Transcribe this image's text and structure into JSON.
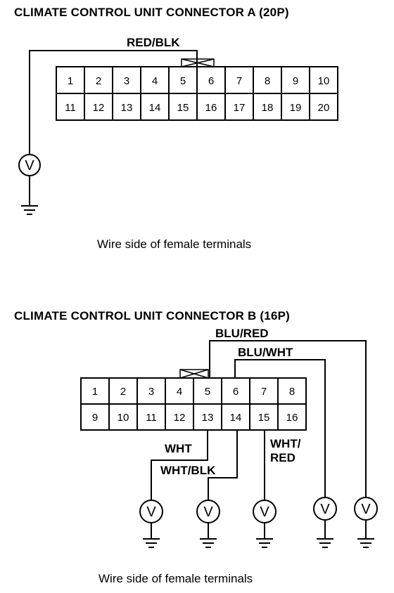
{
  "connector_a": {
    "title": "CLIMATE CONTROL UNIT CONNECTOR A (20P)",
    "wire_label": "RED/BLK",
    "caption": "Wire side of female terminals",
    "row1": [
      "1",
      "2",
      "3",
      "4",
      "5",
      "6",
      "7",
      "8",
      "9",
      "10"
    ],
    "row2": [
      "11",
      "12",
      "13",
      "14",
      "15",
      "16",
      "17",
      "18",
      "19",
      "20"
    ],
    "meter_symbol": "V"
  },
  "connector_b": {
    "title": "CLIMATE CONTROL UNIT CONNECTOR B (16P)",
    "caption": "Wire side of female terminals",
    "row1": [
      "1",
      "2",
      "3",
      "4",
      "5",
      "6",
      "7",
      "8"
    ],
    "row2": [
      "9",
      "10",
      "11",
      "12",
      "13",
      "14",
      "15",
      "16"
    ],
    "wire_labels": {
      "blu_red": "BLU/RED",
      "blu_wht": "BLU/WHT",
      "wht": "WHT",
      "wht_blk": "WHT/BLK",
      "wht_red_line1": "WHT/",
      "wht_red_line2": "RED"
    },
    "meter_symbol": "V"
  }
}
